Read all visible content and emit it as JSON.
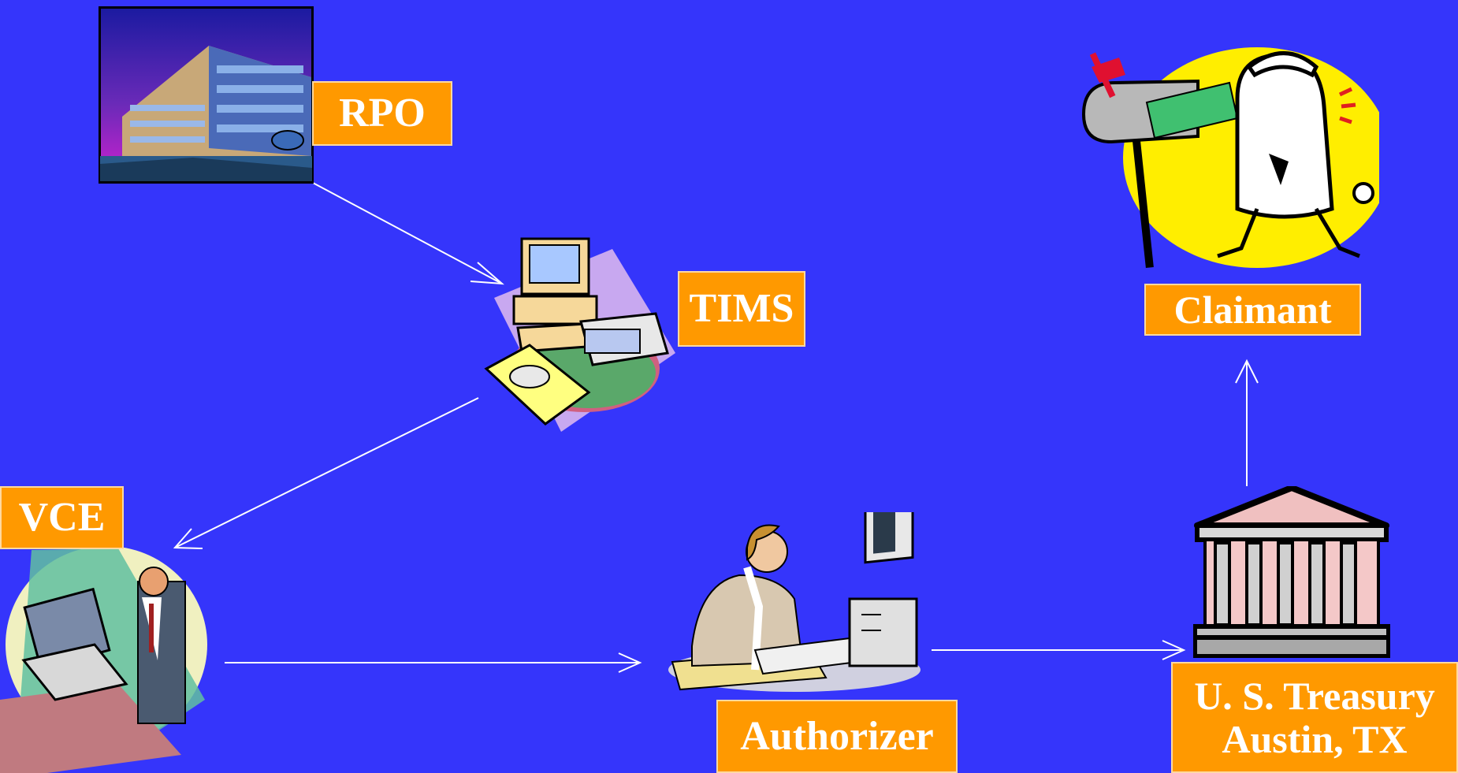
{
  "diagram": {
    "nodes": {
      "rpo": {
        "label": "RPO",
        "icon": "office-building-icon"
      },
      "tims": {
        "label": "TIMS",
        "icon": "computer-workstation-icon"
      },
      "vce": {
        "label": "VCE",
        "icon": "operator-at-computer-icon"
      },
      "authorizer": {
        "label": "Authorizer",
        "icon": "woman-at-desk-computer-icon"
      },
      "treasury": {
        "label_line1": "U. S. Treasury",
        "label_line2": "Austin, TX",
        "icon": "government-building-icon"
      },
      "claimant": {
        "label": "Claimant",
        "icon": "man-with-mailbox-money-icon"
      }
    },
    "edges": [
      {
        "from": "RPO",
        "to": "TIMS"
      },
      {
        "from": "TIMS",
        "to": "VCE"
      },
      {
        "from": "VCE",
        "to": "Authorizer"
      },
      {
        "from": "Authorizer",
        "to": "U. S. Treasury"
      },
      {
        "from": "U. S. Treasury",
        "to": "Claimant"
      }
    ]
  },
  "colors": {
    "background": "#3535fb",
    "label_fill": "#ff9900",
    "label_text": "#ffffff",
    "arrow": "#ffffff"
  }
}
